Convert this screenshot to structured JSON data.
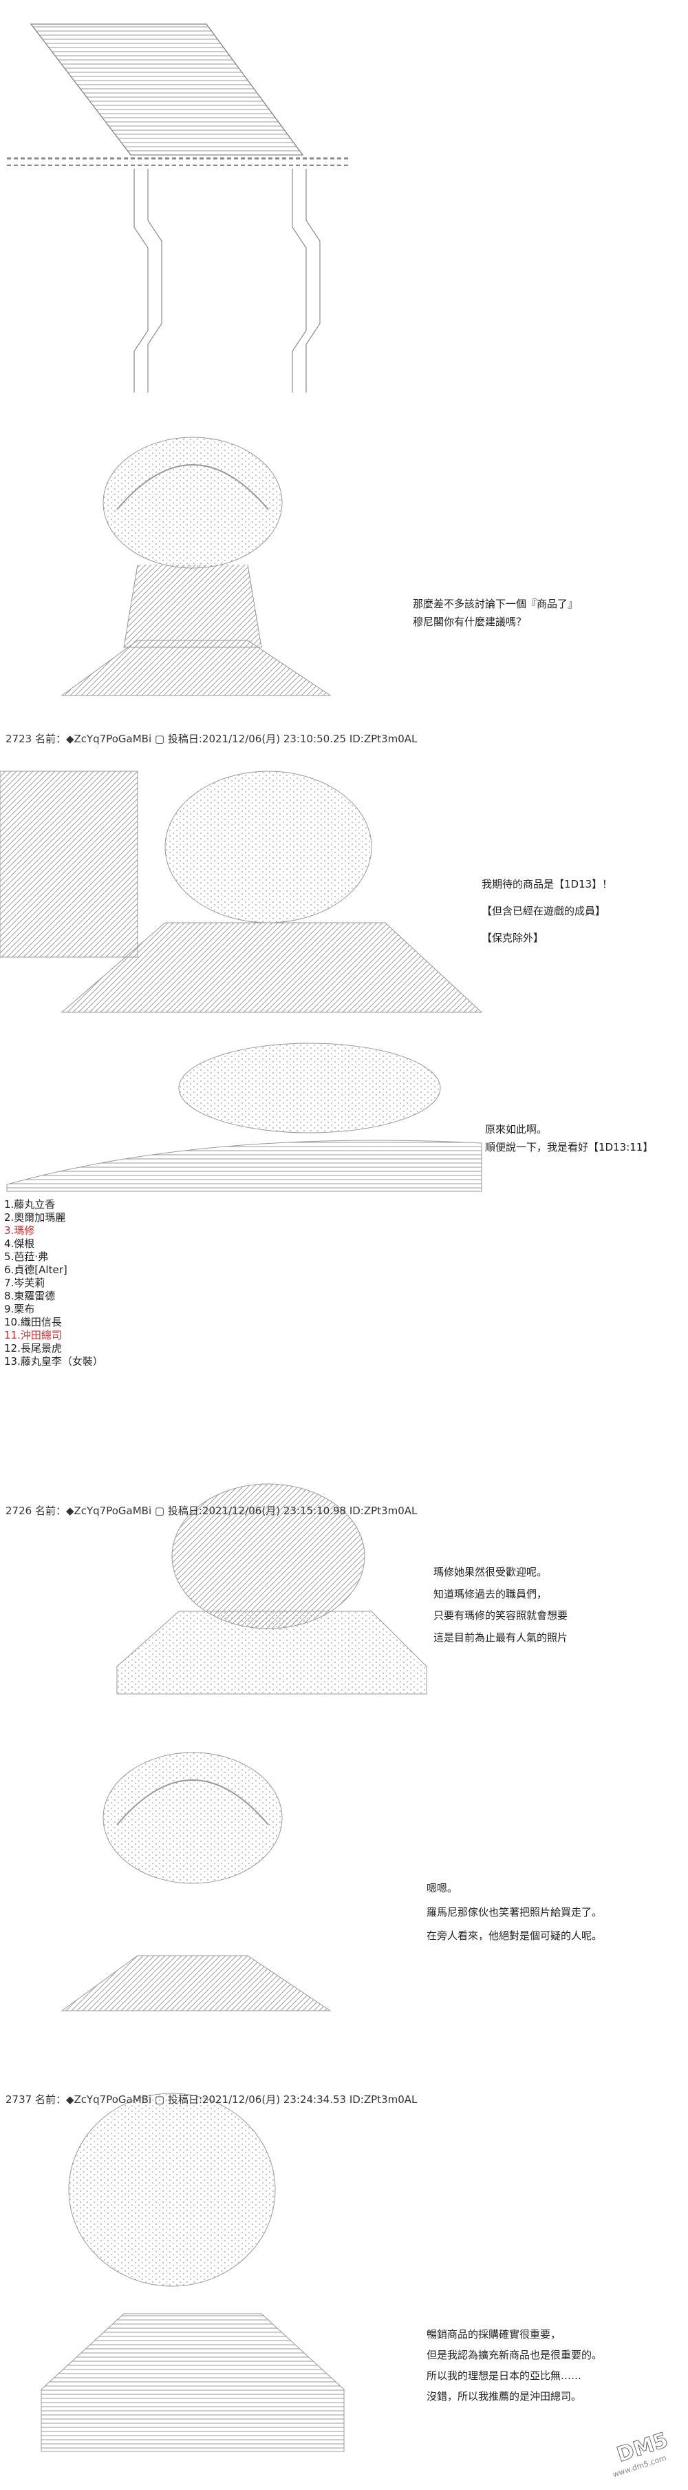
{
  "posts": [
    {
      "meta": "2723 名前：◆ZcYq7PoGaMBi ▢ 投稿日:2021/12/06(月) 23:10:50.25 ID:ZPt3m0AL"
    },
    {
      "meta": "2726 名前：◆ZcYq7PoGaMBi ▢ 投稿日:2021/12/06(月) 23:15:10.98 ID:ZPt3m0AL"
    },
    {
      "meta": "2737 名前：◆ZcYq7PoGaMBi ▢ 投稿日:2021/12/06(月) 23:24:34.53 ID:ZPt3m0AL"
    }
  ],
  "dialogue": {
    "p1": [
      "那麼差不多該討論下一個『商品了』",
      "穆尼閣你有什麼建議嗎？"
    ],
    "p2": [
      "我期待的商品是【1D13】！",
      "【但含已經在遊戲的成員】",
      "【保克除外】"
    ],
    "p3": [
      "原來如此啊。",
      "順便說一下，我是看好【1D13:11】"
    ],
    "p4": [
      "瑪修她果然很受歡迎呢。",
      "知道瑪修過去的職員們，",
      "只要有瑪修的笑容照就會想要",
      "這是目前為止最有人氣的照片"
    ],
    "p5": [
      "嗯嗯。",
      "羅馬尼那傢伙也笑著把照片給買走了。",
      "在旁人看來，他絕對是個可疑的人呢。"
    ],
    "p6": [
      "暢銷商品的採購確實很重要，",
      "但是我認為擴充新商品也是很重要的。",
      "所以我的理想是日本的亞比無……",
      "沒錯，所以我推薦的是沖田總司。"
    ]
  },
  "list": [
    "1.藤丸立香",
    "2.奧爾加瑪麗",
    "3.瑪修",
    "4.傑根",
    "5.芭菈·弗",
    "6.貞德[Alter]",
    "7.岑芙莉",
    "8.東羅雷德",
    "9.栗布",
    "10.織田信長",
    "11.沖田總司",
    "12.長尾景虎",
    "13.藤丸皇李（女裝）"
  ],
  "list_highlight_color": "#d62a2a",
  "watermark": {
    "text": "DM5",
    "url": "www.dm5.com"
  }
}
